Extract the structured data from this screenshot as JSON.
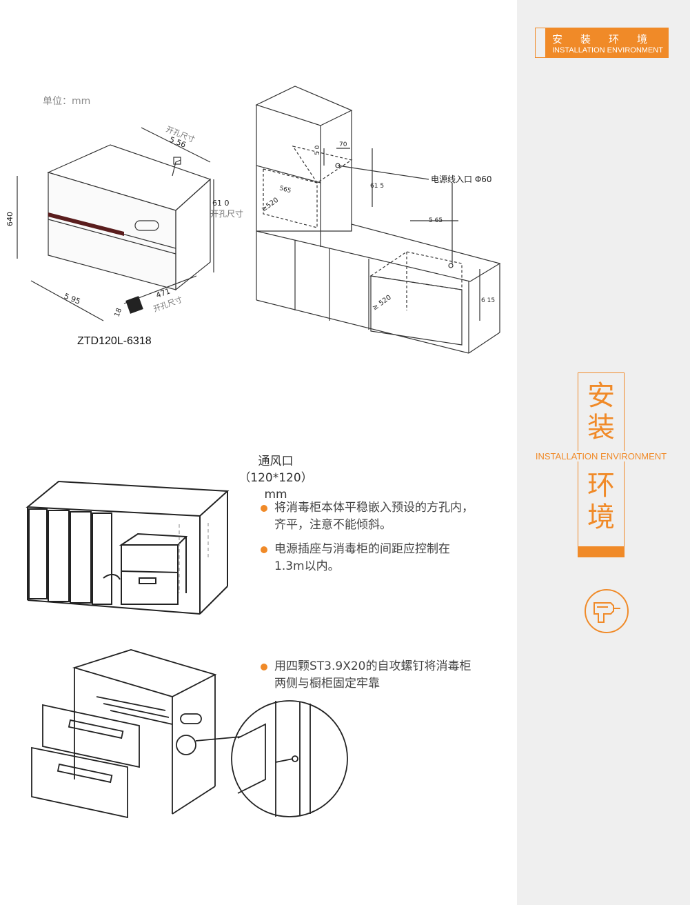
{
  "unit_label": "单位：mm",
  "model": "ZTD120L-6318",
  "dims": {
    "hole_label": "开孔尺寸",
    "w556": "5 56",
    "h610": "61 0",
    "h640": "640",
    "w595": "5 95",
    "d471": "471",
    "d18": "18",
    "v50": "5 0",
    "v70": "70",
    "v615a": "61 5",
    "v565a": "565",
    "v520a": "≥520",
    "v565b": "5 65",
    "v615b": "6 15",
    "v520b": "≥ 520",
    "power_inlet": "电源线入口 Φ60"
  },
  "vent": {
    "line1": "通风口",
    "line2": "（120*120）mm"
  },
  "bullets_mid": [
    {
      "line1": "将消毒柜本体平稳嵌入预设的方孔内，",
      "line2": "齐平，注意不能倾斜。"
    },
    {
      "line1": "电源插座与消毒柜的间距应控制在",
      "line2": "1.3m以内。"
    }
  ],
  "bullets_low": [
    {
      "line1": "用四颗ST3.9X20的自攻螺钉将消毒柜",
      "line2": "两侧与橱柜固定牢靠"
    }
  ],
  "sidebar": {
    "badge_cn": "安装环境",
    "badge_en": "INSTALLATION ENVIRONMENT",
    "vert_top": [
      "安",
      "装"
    ],
    "vert_en": "INSTALLATION ENVIRONMENT",
    "vert_bottom": [
      "环",
      "境"
    ],
    "tool_icon": "drill-icon"
  },
  "colors": {
    "accent": "#f08a28",
    "sidebar_bg": "#efefef"
  }
}
